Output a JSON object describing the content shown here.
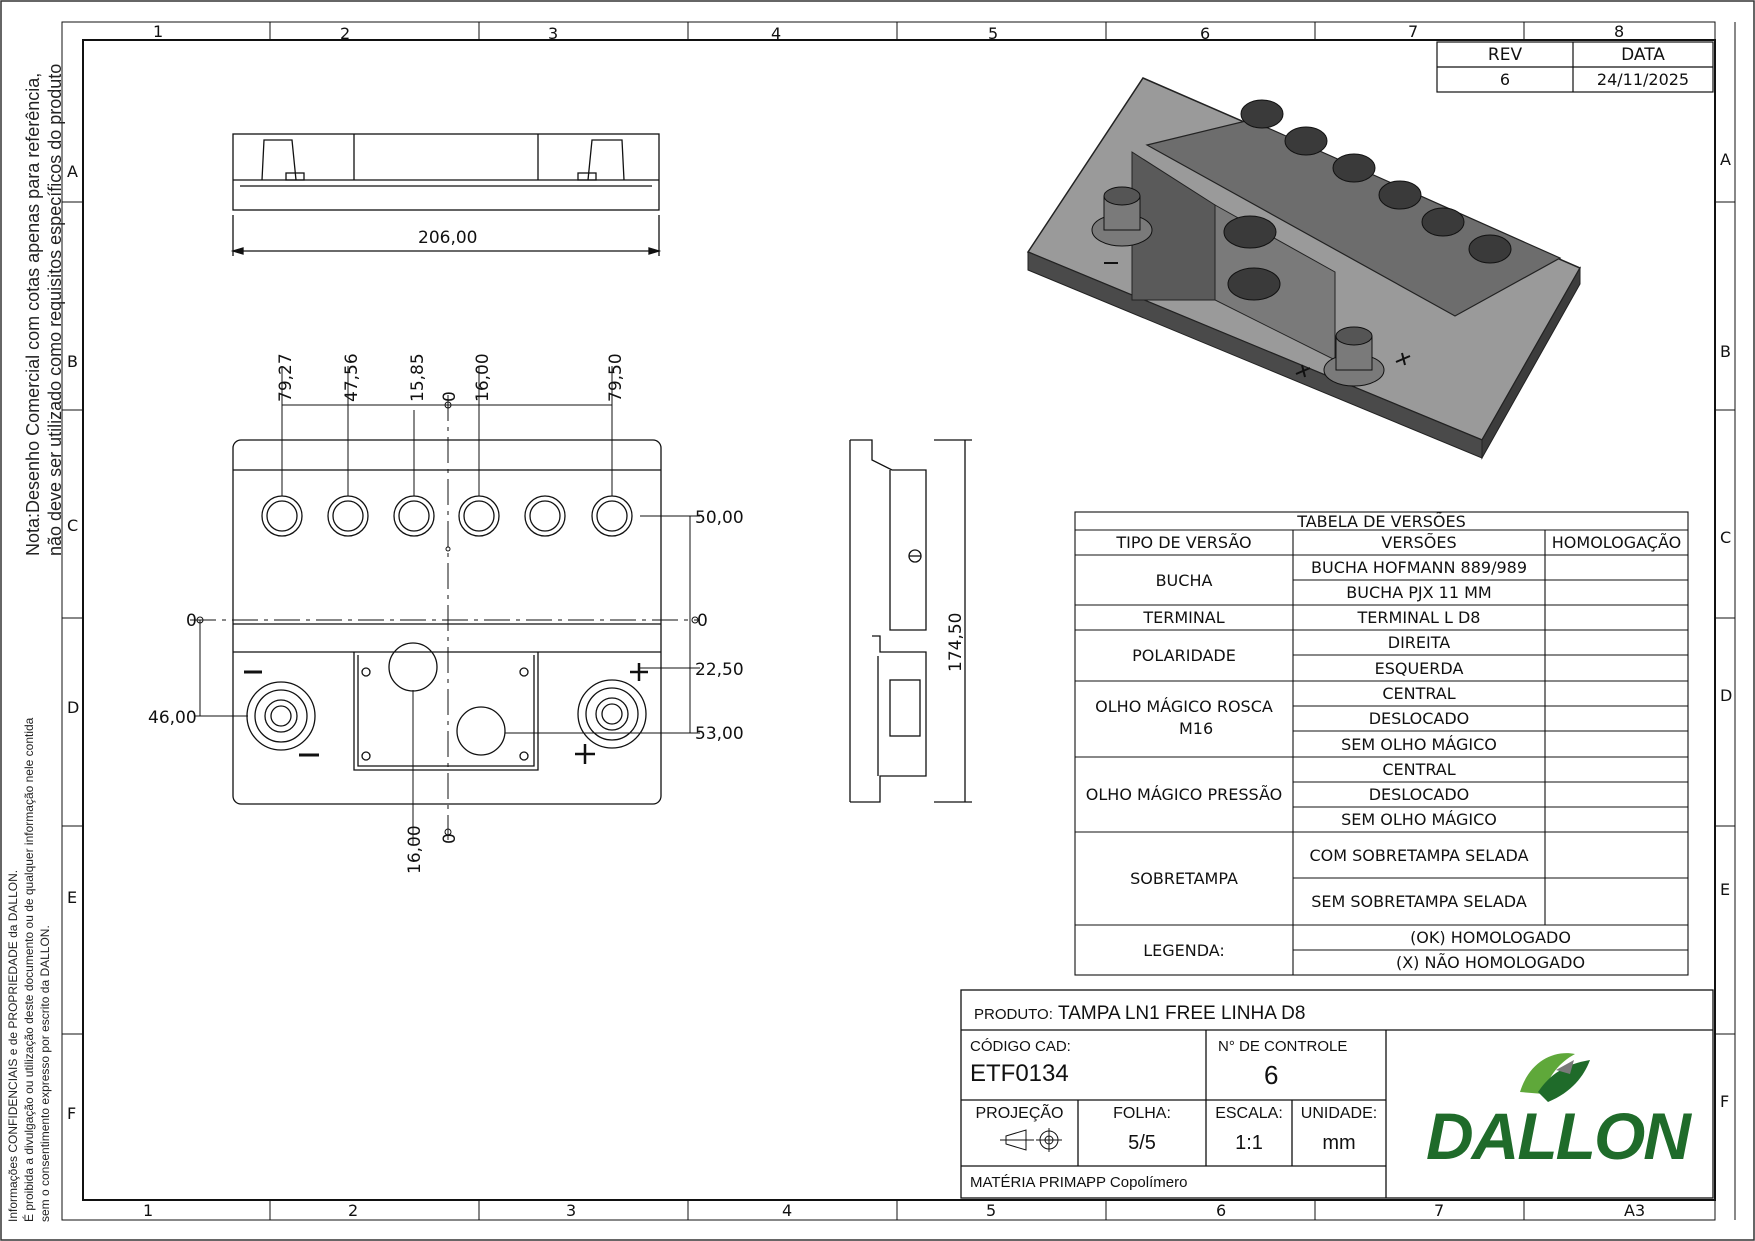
{
  "notes": {
    "commercial_line1": "Nota:Desenho Comercial com cotas apenas para referência,",
    "commercial_line2": "não deve ser utilizado como requisitos específicos do produto",
    "confidential_line1": "Informações CONFIDENCIAIS e de PROPRIEDADE da DALLON.",
    "confidential_line2": "É proibida a divulgação ou utilização deste documento ou de qualquer informação nele contida",
    "confidential_line3": "sem o consentimento expresso por escrito da DALLON."
  },
  "grid": {
    "columns": [
      "1",
      "2",
      "3",
      "4",
      "5",
      "6",
      "7",
      "8"
    ],
    "rows": [
      "A",
      "B",
      "C",
      "D",
      "E",
      "F"
    ],
    "sheet_size": "A3"
  },
  "revision": {
    "rev_label": "REV",
    "date_label": "DATA",
    "rev_value": "6",
    "date_value": "24/11/2025"
  },
  "dimensions": {
    "top_width": "206,00",
    "h1": "79,27",
    "h2": "47,56",
    "h3": "15,85",
    "h0_top": "0",
    "h4": "16,00",
    "h5": "79,50",
    "v_50": "50,00",
    "v_0_right": "0",
    "v_0_left": "0",
    "v_22": "22,50",
    "v_53": "53,00",
    "v_46": "46,00",
    "b_16": "16,00",
    "b_0": "0",
    "side_height": "174,50"
  },
  "versions_table": {
    "title": "TABELA DE VERSÕES",
    "headers": [
      "TIPO DE VERSÃO",
      "VERSÕES",
      "HOMOLOGAÇÃO"
    ],
    "groups": [
      {
        "type": "BUCHA",
        "versions": [
          "BUCHA HOFMANN 889/989",
          "BUCHA PJX 11 MM"
        ]
      },
      {
        "type": "TERMINAL",
        "versions": [
          "TERMINAL L D8"
        ]
      },
      {
        "type": "POLARIDADE",
        "versions": [
          "DIREITA",
          "ESQUERDA"
        ]
      },
      {
        "type_line1": "OLHO MÁGICO ROSCA",
        "type_line2": "M16",
        "versions": [
          "CENTRAL",
          "DESLOCADO",
          "SEM OLHO MÁGICO"
        ]
      },
      {
        "type": "OLHO MÁGICO PRESSÃO",
        "versions": [
          "CENTRAL",
          "DESLOCADO",
          "SEM OLHO MÁGICO"
        ]
      },
      {
        "type": "SOBRETAMPA",
        "versions": [
          "COM SOBRETAMPA SELADA",
          "SEM SOBRETAMPA SELADA"
        ]
      },
      {
        "type": "LEGENDA:",
        "versions": [
          "(OK) HOMOLOGADO",
          "(X) NÃO HOMOLOGADO"
        ]
      }
    ]
  },
  "title_block": {
    "produto_label": "PRODUTO:",
    "produto_value": "TAMPA LN1 FREE LINHA D8",
    "codigo_label": "CÓDIGO CAD:",
    "codigo_value": "ETF0134",
    "controle_label": "N° DE CONTROLE",
    "controle_value": "6",
    "projecao_label": "PROJEÇÃO",
    "folha_label": "FOLHA:",
    "folha_value": "5/5",
    "escala_label": "ESCALA:",
    "escala_value": "1:1",
    "unidade_label": "UNIDADE:",
    "unidade_value": "mm",
    "materia_label": "MATÉRIA PRIMA:",
    "materia_value": "PP Copolímero",
    "logo_text": "DALLON"
  },
  "colors": {
    "logo_green": "#1f6b2a",
    "logo_green_light": "#5fa83a",
    "render_grey": "#6f6f6f"
  }
}
